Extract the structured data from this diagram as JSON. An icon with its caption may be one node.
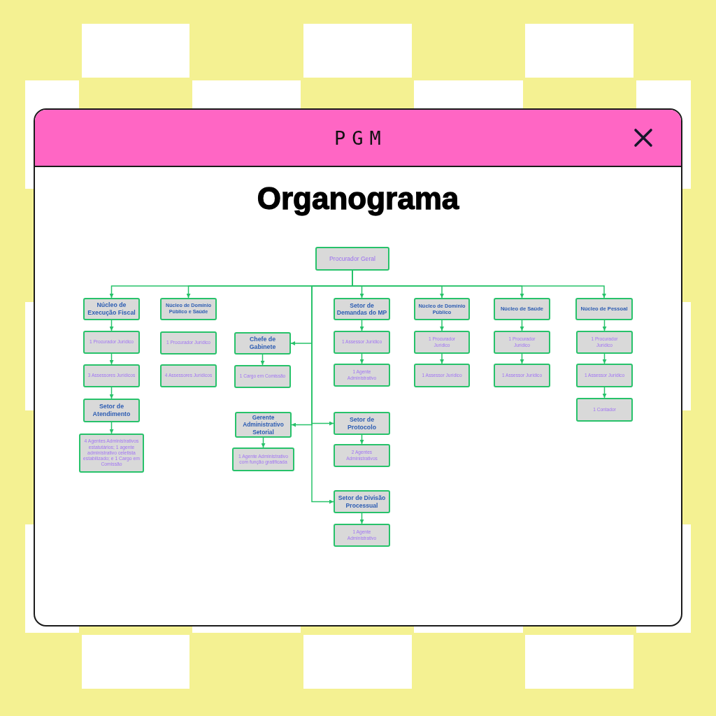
{
  "diagram": {
    "title": "Organograma",
    "nodes": [
      {
        "text": [
          "Procurador Geral"
        ]
      },
      {
        "text": [
          "Núcleo de Execução Fiscal"
        ]
      },
      {
        "text": [
          "1 Procurador Jurídico"
        ]
      },
      {
        "text": [
          "3 Assessores Jurídicos"
        ]
      },
      {
        "text": [
          "Setor de Atendimento"
        ]
      },
      {
        "text": [
          "4 Agentes Administrativos estatutários; 1 agente administrativo celetista estabilizado; e 1 Cargo em Comissão"
        ]
      },
      {
        "text": [
          "Núcleo de Domínio Público e Saúde"
        ]
      },
      {
        "text": [
          "1 Procurador Jurídico"
        ]
      },
      {
        "text": [
          "4 Assessores Jurídicos"
        ]
      },
      {
        "text": [
          "Chefe de Gabinete"
        ]
      },
      {
        "text": [
          "1 Cargo em Comissão"
        ]
      },
      {
        "text": [
          "Gerente Administrativo Setorial"
        ]
      },
      {
        "text": [
          "1 Agente Administrativo com função gratificada"
        ]
      },
      {
        "text": [
          "Setor de Demandas do MP"
        ]
      },
      {
        "text": [
          "1 Assessor Jurídico"
        ]
      },
      {
        "text": [
          "1 Agente Administrativo"
        ]
      },
      {
        "text": [
          "Setor de Protocolo"
        ]
      },
      {
        "text": [
          "2 Agentes Administrativos"
        ]
      },
      {
        "text": [
          "Setor de Divisão Processual"
        ]
      },
      {
        "text": [
          "1 Agente Administrativo"
        ]
      },
      {
        "text": [
          "Núcleo de Domínio Público"
        ]
      },
      {
        "text": [
          "1 Procurador Jurídico"
        ]
      },
      {
        "text": [
          "1 Assessor Jurídico"
        ]
      },
      {
        "text": [
          "Núcleo de Saúde"
        ]
      },
      {
        "text": [
          "1 Procurador Jurídico"
        ]
      },
      {
        "text": [
          "1 Assessor Jurídico"
        ]
      },
      {
        "text": [
          "Núcleo de Pessoal"
        ]
      },
      {
        "text": [
          "1 Procurador Jurídico"
        ]
      },
      {
        "text": [
          "1 Assessor Jurídico"
        ]
      },
      {
        "text": [
          "1 Contador"
        ]
      }
    ],
    "edges": [
      {
        "from": 0,
        "to": 1,
        "arrow": "to"
      },
      {
        "from": 0,
        "to": 6,
        "arrow": "to"
      },
      {
        "from": 0,
        "to": 9,
        "arrow": "to"
      },
      {
        "from": 0,
        "to": 11,
        "arrow": "to"
      },
      {
        "from": 0,
        "to": 13,
        "arrow": "to"
      },
      {
        "from": 0,
        "to": 16,
        "arrow": "to"
      },
      {
        "from": 0,
        "to": 18,
        "arrow": "to"
      },
      {
        "from": 0,
        "to": 20,
        "arrow": "to"
      },
      {
        "from": 0,
        "to": 23,
        "arrow": "to"
      },
      {
        "from": 0,
        "to": 26,
        "arrow": "to"
      },
      {
        "from": 1,
        "to": 2,
        "arrow": "to"
      },
      {
        "from": 2,
        "to": 3,
        "arrow": "to"
      },
      {
        "from": 3,
        "to": 4,
        "arrow": "to"
      },
      {
        "from": 4,
        "to": 5,
        "arrow": "to"
      },
      {
        "from": 9,
        "to": 10,
        "arrow": "to"
      },
      {
        "from": 11,
        "to": 12,
        "arrow": "to"
      },
      {
        "from": 13,
        "to": 14,
        "arrow": "to"
      },
      {
        "from": 14,
        "to": 15,
        "arrow": "to"
      },
      {
        "from": 16,
        "to": 17,
        "arrow": "to"
      },
      {
        "from": 18,
        "to": 19,
        "arrow": "to"
      },
      {
        "from": 20,
        "to": 21,
        "arrow": "to"
      },
      {
        "from": 21,
        "to": 22,
        "arrow": "to"
      },
      {
        "from": 23,
        "to": 24,
        "arrow": "to"
      },
      {
        "from": 24,
        "to": 25,
        "arrow": "to"
      },
      {
        "from": 26,
        "to": 27,
        "arrow": "to"
      },
      {
        "from": 27,
        "to": 28,
        "arrow": "to"
      },
      {
        "from": 28,
        "to": 29,
        "arrow": "to"
      }
    ],
    "labels": [
      "PGM"
    ]
  }
}
